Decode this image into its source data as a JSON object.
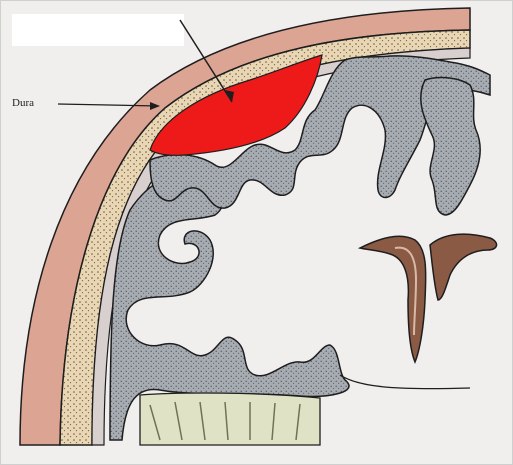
{
  "figure": {
    "labels": {
      "dura": "Dura"
    },
    "colors": {
      "background": "#ffffff",
      "paper": "#f1eeee",
      "hematoma": "#ee1a1a",
      "scalp": "#dca493",
      "bone": "#e9d6b4",
      "dura": "#d8cfcf",
      "cortex": "#9aa0a7",
      "ventricle": "#8a5a44",
      "cerebellum": "#dfe2c4",
      "outline": "#1e1e1e"
    },
    "structures": [
      "scalp",
      "skull",
      "dura",
      "hematoma",
      "cortex-gyri",
      "lateral-ventricle",
      "cerebellum"
    ]
  }
}
